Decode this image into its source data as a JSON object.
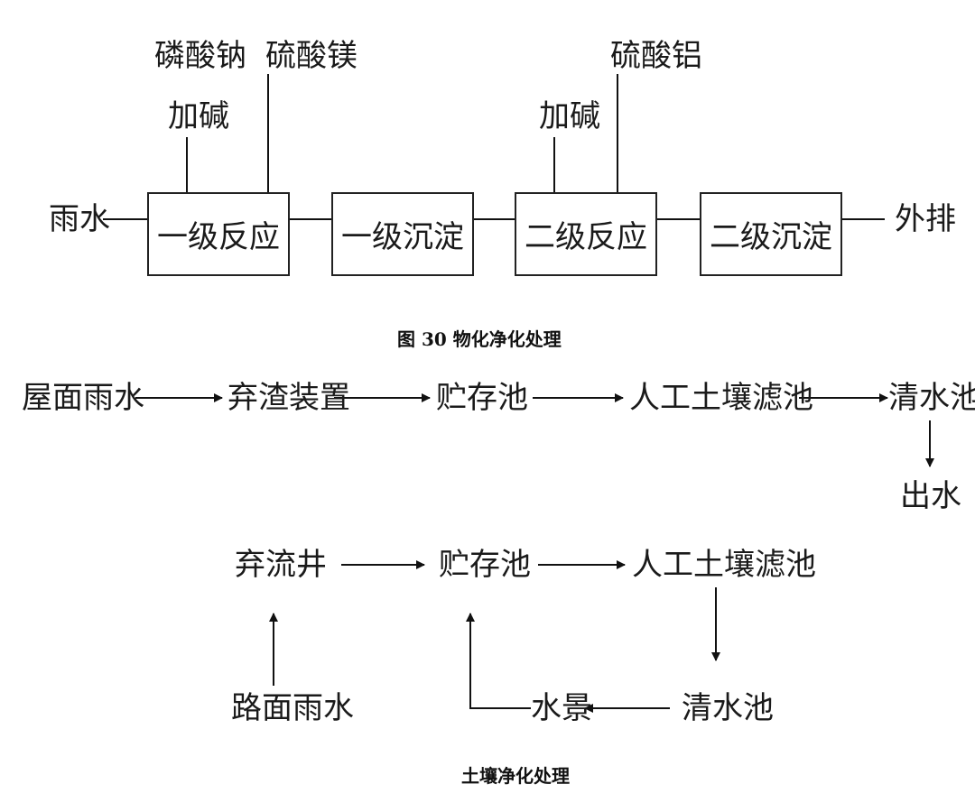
{
  "diagram1": {
    "chemicals": {
      "sodium_phosphate": "磷酸钠",
      "alkali_1": "加碱",
      "magnesium_sulfate": "硫酸镁",
      "alkali_2": "加碱",
      "aluminum_sulfate": "硫酸铝"
    },
    "input": "雨水",
    "boxes": [
      "一级反应",
      "一级沉淀",
      "二级反应",
      "二级沉淀"
    ],
    "output": "外排",
    "caption": "图 30 物化净化处理"
  },
  "diagram2": {
    "nodes": [
      "屋面雨水",
      "弃渣装置",
      "贮存池",
      "人工土壤滤池",
      "清水池"
    ],
    "outflow": "出水"
  },
  "diagram3": {
    "diversion_well": "弃流井",
    "storage": "贮存池",
    "soil_filter": "人工土壤滤池",
    "road_rain": "路面雨水",
    "water_feature": "水景",
    "clear_pool": "清水池",
    "caption": "土壤净化处理"
  }
}
